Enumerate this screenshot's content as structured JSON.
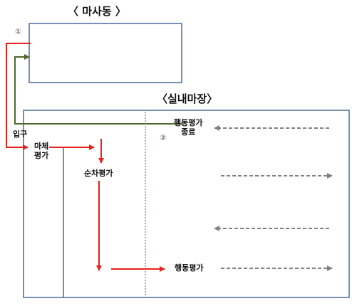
{
  "titles": {
    "top": "〈 마사동 〉",
    "main": "〈실내마장〉"
  },
  "markers": {
    "one": "①",
    "two": "②"
  },
  "labels": {
    "entrance": "입구",
    "horse_eval_line1": "마체",
    "horse_eval_line2": "평가",
    "sequence_eval": "순차평가",
    "behavior_eval": "행동평가",
    "behavior_end_line1": "행동평가",
    "behavior_end_line2": "종료"
  },
  "colors": {
    "box_border": "#4a6a9f",
    "red_arrow": "#e8221c",
    "green_arrow": "#4f6a2a",
    "dashed_arrow": "#808080",
    "dotted_line": "#5a7ab0"
  }
}
